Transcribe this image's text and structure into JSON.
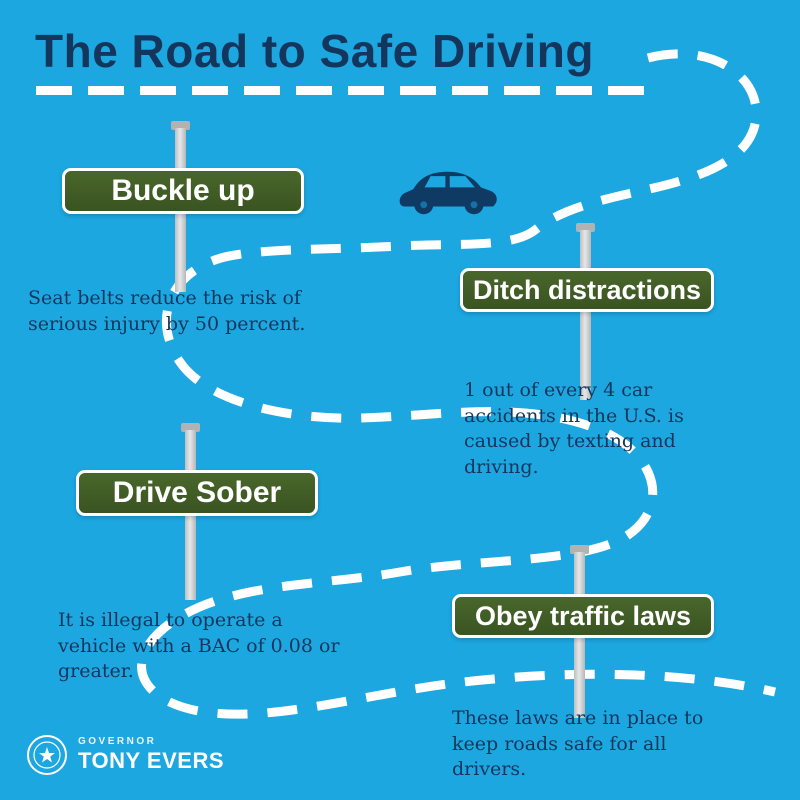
{
  "title": "The Road to Safe Driving",
  "signs": [
    {
      "label": "Buckle up",
      "description": "Seat belts reduce the risk of serious injury by 50 percent."
    },
    {
      "label": "Ditch distractions",
      "description": "1 out of every 4 car accidents in the U.S. is caused by texting and driving."
    },
    {
      "label": "Drive Sober",
      "description": "It is illegal to operate a vehicle with a BAC of 0.08 or greater."
    },
    {
      "label": "Obey traffic laws",
      "description": "These laws are in place to keep roads safe for all drivers."
    }
  ],
  "footer": {
    "pretitle": "GOVERNOR",
    "name": "TONY EVERS"
  },
  "icons": {
    "car": "car-icon",
    "seal": "state-seal-icon",
    "road": "dashed-road-path"
  },
  "colors": {
    "background": "#1CA7E0",
    "title_text": "#14365C",
    "body_text": "#14365C",
    "sign_green": "#3E5A25",
    "sign_border": "#FFFFFF",
    "road_dash": "#FFFFFF",
    "post_gray": "#D8D9DA",
    "car_navy": "#0E3A63"
  }
}
